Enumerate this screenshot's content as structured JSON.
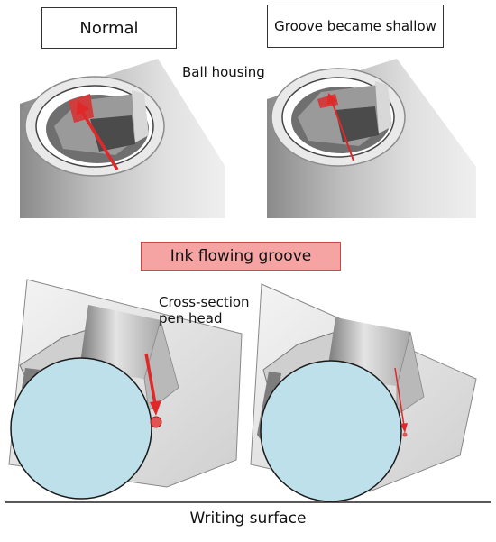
{
  "labels": {
    "normal": "Normal",
    "shallow": "Groove became shallow",
    "ball_housing": "Ball housing",
    "ink_groove": "Ink flowing groove",
    "cross_section": "Cross-section pen head",
    "writing_surface": "Writing surface"
  },
  "colors": {
    "ball": "#bde0ea",
    "ink": "#e02828",
    "groove_box": "#f6a3a3"
  }
}
